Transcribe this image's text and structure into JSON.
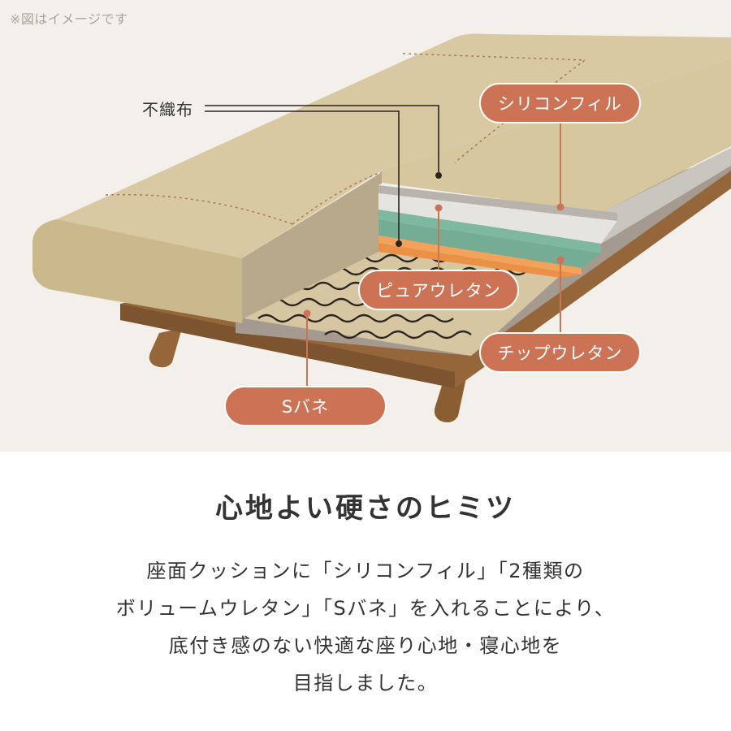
{
  "note": "※図はイメージです",
  "labels": {
    "nonwoven": "不織布",
    "silicone_fill": "シリコンフィル",
    "pure_urethane": "ピュアウレタン",
    "chip_urethane": "チップウレタン",
    "s_spring": "Sバネ"
  },
  "headline": "心地よい硬さのヒミツ",
  "body_lines": [
    "座面クッションに「シリコンフィル」「2種類の",
    "ボリュームウレタン」「Sバネ」を入れることにより、",
    "底付き感のない快適な座り心地・寝心地を",
    "目指しました。"
  ],
  "colors": {
    "pill": "#cc7356",
    "fabric": "#d6c79f",
    "wood": "#94663a",
    "green_layer": "#7fb8a0",
    "orange_layer": "#f2a25a",
    "background": "#f3f0eb"
  }
}
